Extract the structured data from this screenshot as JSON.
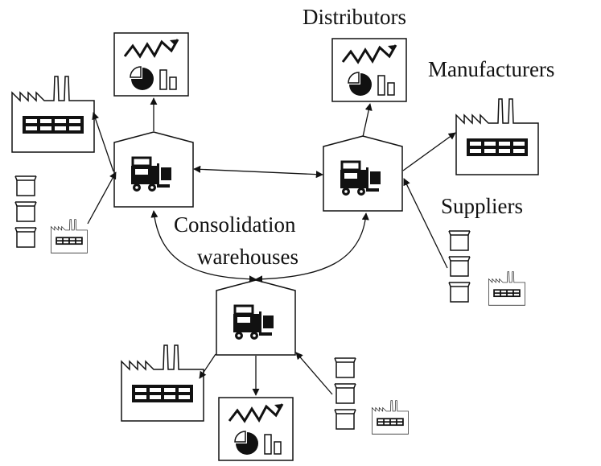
{
  "labels": {
    "distributors": "Distributors",
    "manufacturers": "Manufacturers",
    "suppliers": "Suppliers",
    "consolidation_line1": "Consolidation",
    "consolidation_line2": "warehouses"
  },
  "icons": {
    "chart_panel": "chart-panel-icon",
    "factory": "factory-icon",
    "warehouse": "warehouse-icon",
    "forklift": "forklift-icon",
    "box": "box-icon"
  },
  "colors": {
    "ink": "#111111",
    "paper": "#ffffff"
  }
}
